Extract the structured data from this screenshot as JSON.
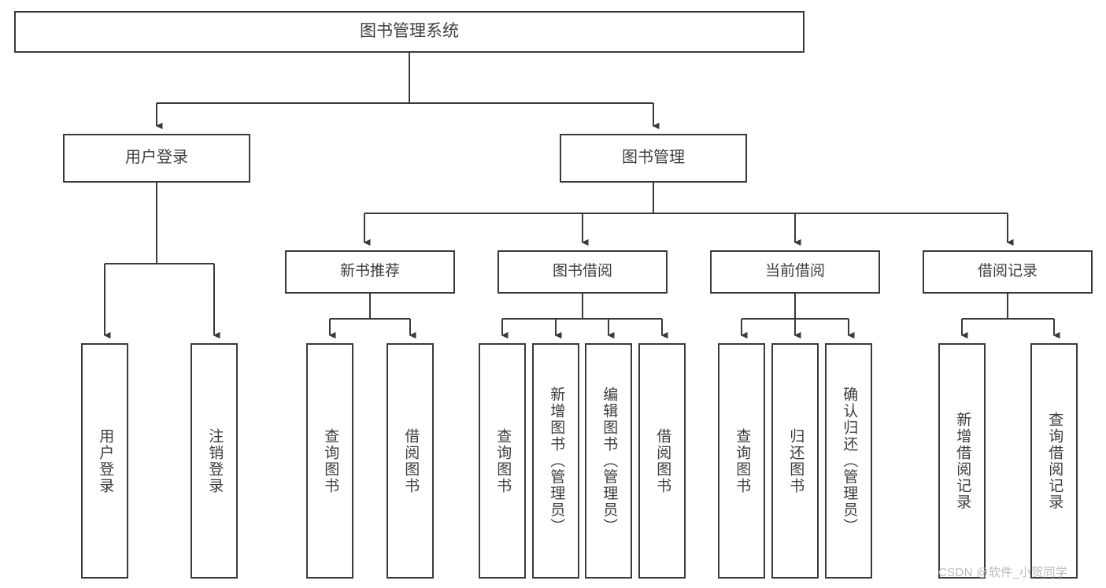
{
  "diagram": {
    "type": "tree-structure-diagram",
    "title": "图书管理系统",
    "line_color": "#3a3a3a",
    "text_color": "#3d3d3d",
    "background_color": "#ffffff",
    "watermark": "CSDN @软件_小贺同学",
    "watermark_color": "#b9b9b9",
    "nodes": {
      "root": {
        "label": "图书管理系统",
        "orientation": "horizontal"
      },
      "level2": [
        {
          "key": "user_login",
          "label": "用户登录",
          "orientation": "horizontal"
        },
        {
          "key": "book_manage",
          "label": "图书管理",
          "orientation": "horizontal"
        }
      ],
      "level3": [
        {
          "key": "new_book_rec",
          "label": "新书推荐",
          "orientation": "horizontal"
        },
        {
          "key": "book_borrow",
          "label": "图书借阅",
          "orientation": "horizontal"
        },
        {
          "key": "current_borrow",
          "label": "当前借阅",
          "orientation": "horizontal"
        },
        {
          "key": "borrow_record",
          "label": "借阅记录",
          "orientation": "horizontal"
        }
      ],
      "leaves": [
        {
          "key": "leaf_user_login",
          "parent": "user_login",
          "label": "用户登录",
          "orientation": "vertical"
        },
        {
          "key": "leaf_user_logout",
          "parent": "user_login",
          "label": "注销登录",
          "orientation": "vertical"
        },
        {
          "key": "leaf_rec_query_book",
          "parent": "new_book_rec",
          "label": "查询图书",
          "orientation": "vertical"
        },
        {
          "key": "leaf_rec_borrow_book",
          "parent": "new_book_rec",
          "label": "借阅图书",
          "orientation": "vertical"
        },
        {
          "key": "leaf_bb_query_book",
          "parent": "book_borrow",
          "label": "查询图书",
          "orientation": "vertical"
        },
        {
          "key": "leaf_bb_add_book",
          "parent": "book_borrow",
          "label": "新增图书（管理员）",
          "orientation": "vertical"
        },
        {
          "key": "leaf_bb_edit_book",
          "parent": "book_borrow",
          "label": "编辑图书（管理员）",
          "orientation": "vertical"
        },
        {
          "key": "leaf_bb_borrow_book",
          "parent": "book_borrow",
          "label": "借阅图书",
          "orientation": "vertical"
        },
        {
          "key": "leaf_cb_query_book",
          "parent": "current_borrow",
          "label": "查询图书",
          "orientation": "vertical"
        },
        {
          "key": "leaf_cb_return_book",
          "parent": "current_borrow",
          "label": "归还图书",
          "orientation": "vertical"
        },
        {
          "key": "leaf_cb_confirm_return",
          "parent": "current_borrow",
          "label": "确认归还（管理员）",
          "orientation": "vertical"
        },
        {
          "key": "leaf_br_add_record",
          "parent": "borrow_record",
          "label": "新增借阅记录",
          "orientation": "vertical"
        },
        {
          "key": "leaf_br_query_record",
          "parent": "borrow_record",
          "label": "查询借阅记录",
          "orientation": "vertical"
        }
      ]
    }
  }
}
